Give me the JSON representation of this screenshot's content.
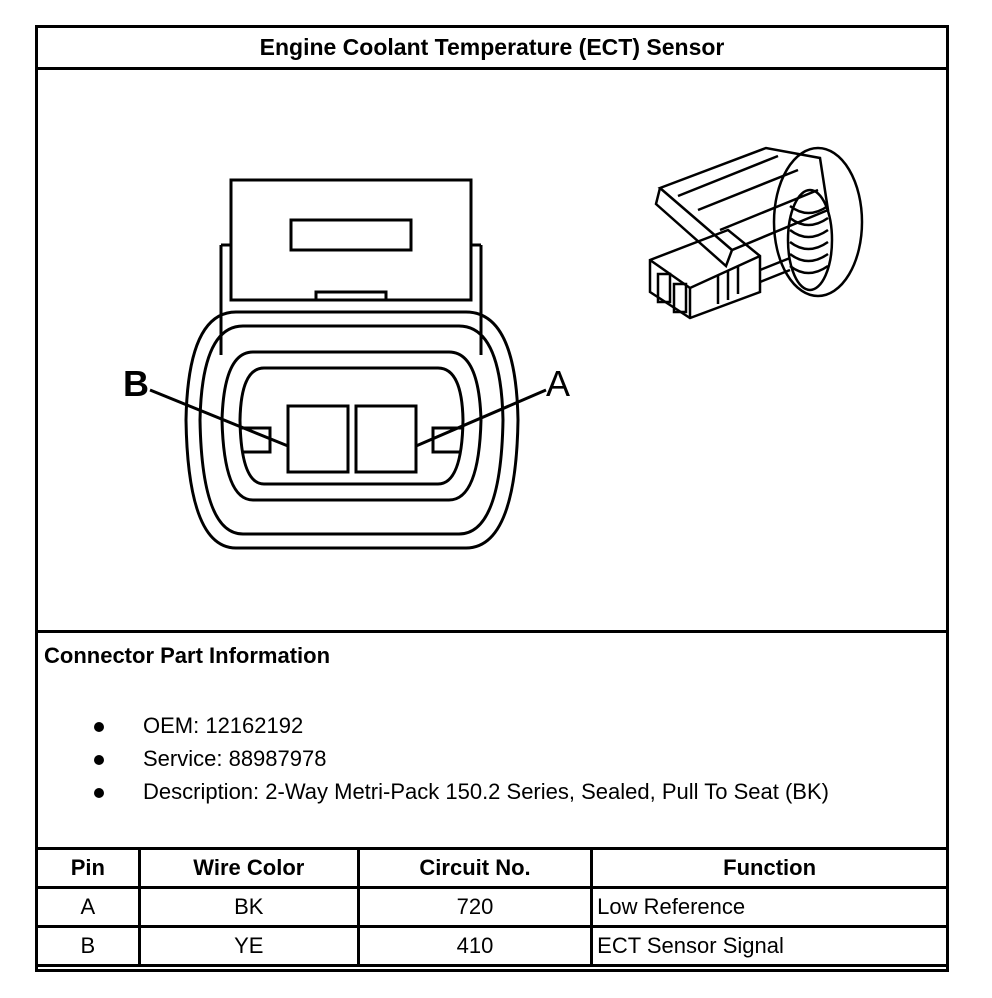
{
  "title": "Engine Coolant Temperature (ECT) Sensor",
  "diagram": {
    "label_b": "B",
    "label_a": "A"
  },
  "info": {
    "heading": "Connector Part Information",
    "items": [
      "OEM: 12162192",
      "Service: 88987978",
      "Description: 2-Way Metri-Pack 150.2 Series, Sealed, Pull To Seat (BK)"
    ]
  },
  "table": {
    "headers": [
      "Pin",
      "Wire Color",
      "Circuit No.",
      "Function"
    ],
    "rows": [
      [
        "A",
        "BK",
        "720",
        "Low Reference"
      ],
      [
        "B",
        "YE",
        "410",
        "ECT Sensor Signal"
      ]
    ]
  }
}
